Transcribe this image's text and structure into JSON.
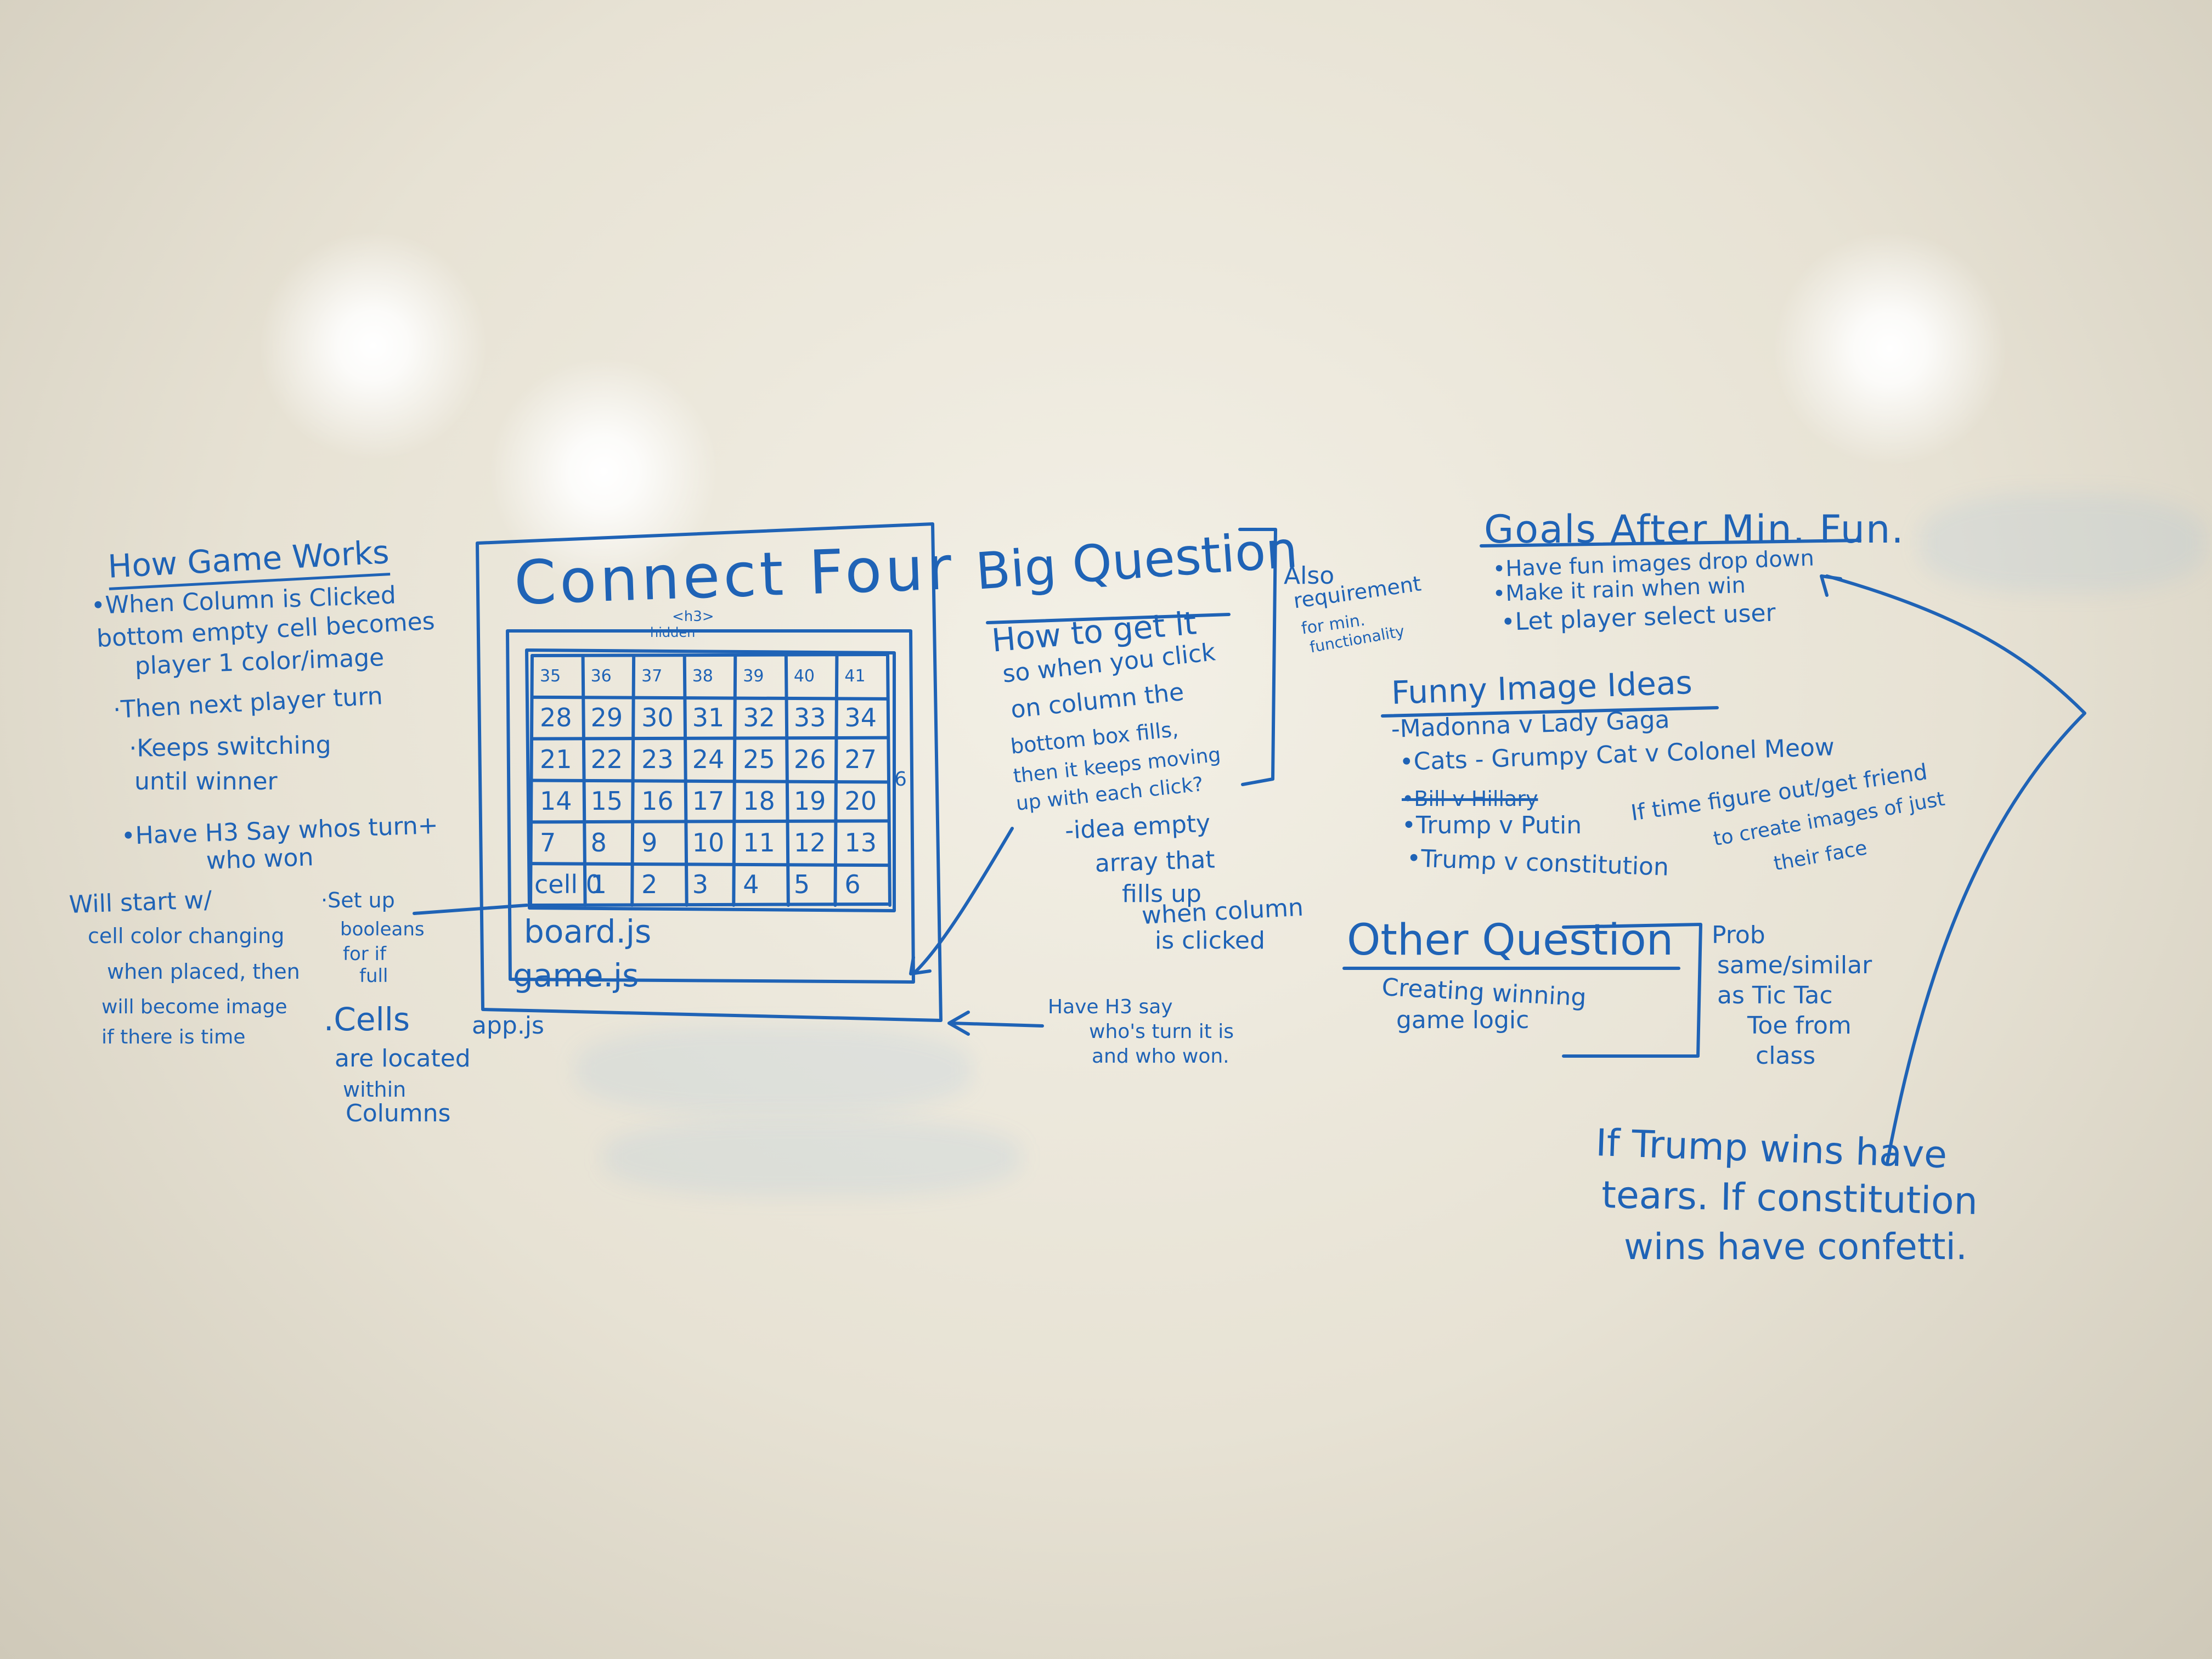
{
  "how_game_works": {
    "title": "How Game Works",
    "lines": [
      "•When Column is Clicked",
      "bottom empty cell becomes",
      "player 1 color/image",
      "·Then next player turn",
      "·Keeps switching",
      "until winner",
      "•Have H3 Say whos turn+",
      "who won"
    ]
  },
  "left_notes": {
    "lines": [
      "Will start w/",
      "cell color changing",
      "when placed, then",
      "will become image",
      "if there is time"
    ]
  },
  "booleans_note": {
    "lines": [
      "·Set up",
      "booleans",
      "for if",
      "full"
    ]
  },
  "cells_note": {
    "lines": [
      ".Cells",
      "are located",
      "within",
      "Columns"
    ]
  },
  "connect_four": {
    "title": "Connect Four",
    "h3_label": "<h3>",
    "hidden_label": "hidden",
    "grid_rows": [
      [
        "35",
        "36",
        "37",
        "38",
        "39",
        "40",
        "41"
      ],
      [
        "28",
        "29",
        "30",
        "31",
        "32",
        "33",
        "34"
      ],
      [
        "21",
        "22",
        "23",
        "24",
        "25",
        "26",
        "27"
      ],
      [
        "14",
        "15",
        "16",
        "17",
        "18",
        "19",
        "20"
      ],
      [
        "7",
        "8",
        "9",
        "10",
        "11",
        "12",
        "13"
      ],
      [
        "cell 0",
        "1",
        "2",
        "3",
        "4",
        "5",
        "6"
      ]
    ],
    "side_label": "6",
    "board_label": "board.js",
    "game_label": "game.js",
    "app_label": "app.js"
  },
  "big_question": {
    "title": "Big Question",
    "lines": [
      "How to get it",
      "so when you click",
      "on column the",
      "bottom box fills,",
      "then it keeps moving",
      "up with each click?"
    ],
    "idea_lines": [
      "-idea empty",
      "array that",
      "fills up",
      "when column",
      "is clicked"
    ]
  },
  "also_note": {
    "lines": [
      "Also",
      "requirement",
      "for min.",
      "functionality"
    ]
  },
  "h3_note": {
    "lines": [
      "Have H3 say",
      "who's turn it is",
      "and who won."
    ]
  },
  "goals": {
    "title": "Goals After Min. Fun.",
    "lines": [
      "•Have fun images drop down",
      "•Make it rain when win",
      "•Let player select user"
    ]
  },
  "funny_images": {
    "title": "Funny Image Ideas",
    "lines": [
      "-Madonna v Lady Gaga",
      "•Cats - Grumpy Cat v Colonel Meow",
      "•Bill v Hillary",
      "•Trump v Putin",
      "•Trump v constitution"
    ],
    "side_note": [
      "If time figure out/get friend",
      "to create images of just",
      "their face"
    ]
  },
  "other_question": {
    "title": "Other Question",
    "lines": [
      "Creating winning",
      "game logic"
    ]
  },
  "prob_note": {
    "lines": [
      "Prob",
      "same/similar",
      "as Tic Tac",
      "Toe from",
      "class"
    ]
  },
  "trump_note": {
    "lines": [
      "If Trump wins have",
      "tears. If constitution",
      "wins have confetti."
    ]
  },
  "colors": {
    "marker": "#1f63b6",
    "board": "#ebe6d8"
  }
}
